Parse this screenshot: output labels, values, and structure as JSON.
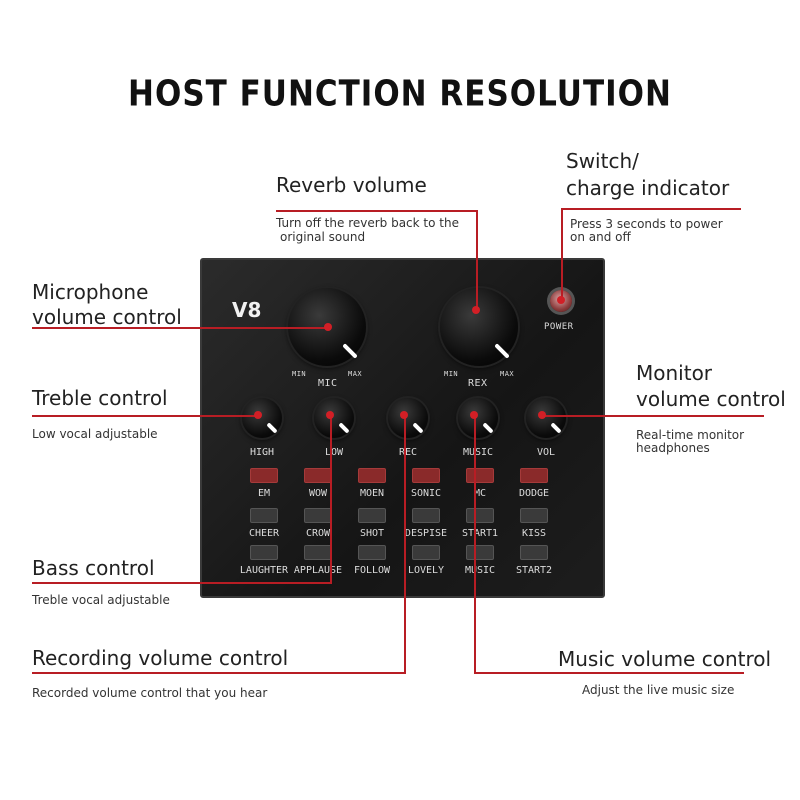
{
  "title": "HOST FUNCTION RESOLUTION",
  "callouts": {
    "reverb": {
      "title": "Reverb volume",
      "desc_line1": "Turn off the reverb back to the",
      "desc_line2": "original sound"
    },
    "switch": {
      "title_line1": "Switch/",
      "title_line2": "charge indicator",
      "desc_line1": "Press 3 seconds to power",
      "desc_line2": "on and off"
    },
    "mic": {
      "title_line1": "Microphone",
      "title_line2": "volume control"
    },
    "treble": {
      "title": "Treble control",
      "desc": "Low vocal adjustable"
    },
    "monitor": {
      "title_line1": "Monitor",
      "title_line2": "volume control",
      "desc_line1": "Real-time monitor",
      "desc_line2": "headphones"
    },
    "bass": {
      "title": "Bass control",
      "desc": "Treble vocal adjustable"
    },
    "recording": {
      "title": "Recording volume control",
      "desc": "Recorded volume control that you hear"
    },
    "music": {
      "title": "Music volume control",
      "desc": "Adjust the live music size"
    }
  },
  "device": {
    "model": "V8",
    "power_label": "POWER",
    "mic_label": "MIC",
    "rex_label": "REX",
    "min_label": "MIN",
    "max_label": "MAX",
    "knobs": [
      "HIGH",
      "LOW",
      "REC",
      "MUSIC",
      "VOL"
    ],
    "button_rows": [
      [
        "EM",
        "WOW",
        "MOEN",
        "SONIC",
        "MC",
        "DODGE"
      ],
      [
        "CHEER",
        "CROW",
        "SHOT",
        "DESPISE",
        "START1",
        "KISS"
      ],
      [
        "LAUGHTER",
        "APPLAUSE",
        "FOLLOW",
        "LOVELY",
        "MUSIC",
        "START2"
      ]
    ]
  },
  "colors": {
    "accent_line": "#b81d24",
    "device_body": "#1c1c1c",
    "button_red": "#8a2a2a"
  }
}
